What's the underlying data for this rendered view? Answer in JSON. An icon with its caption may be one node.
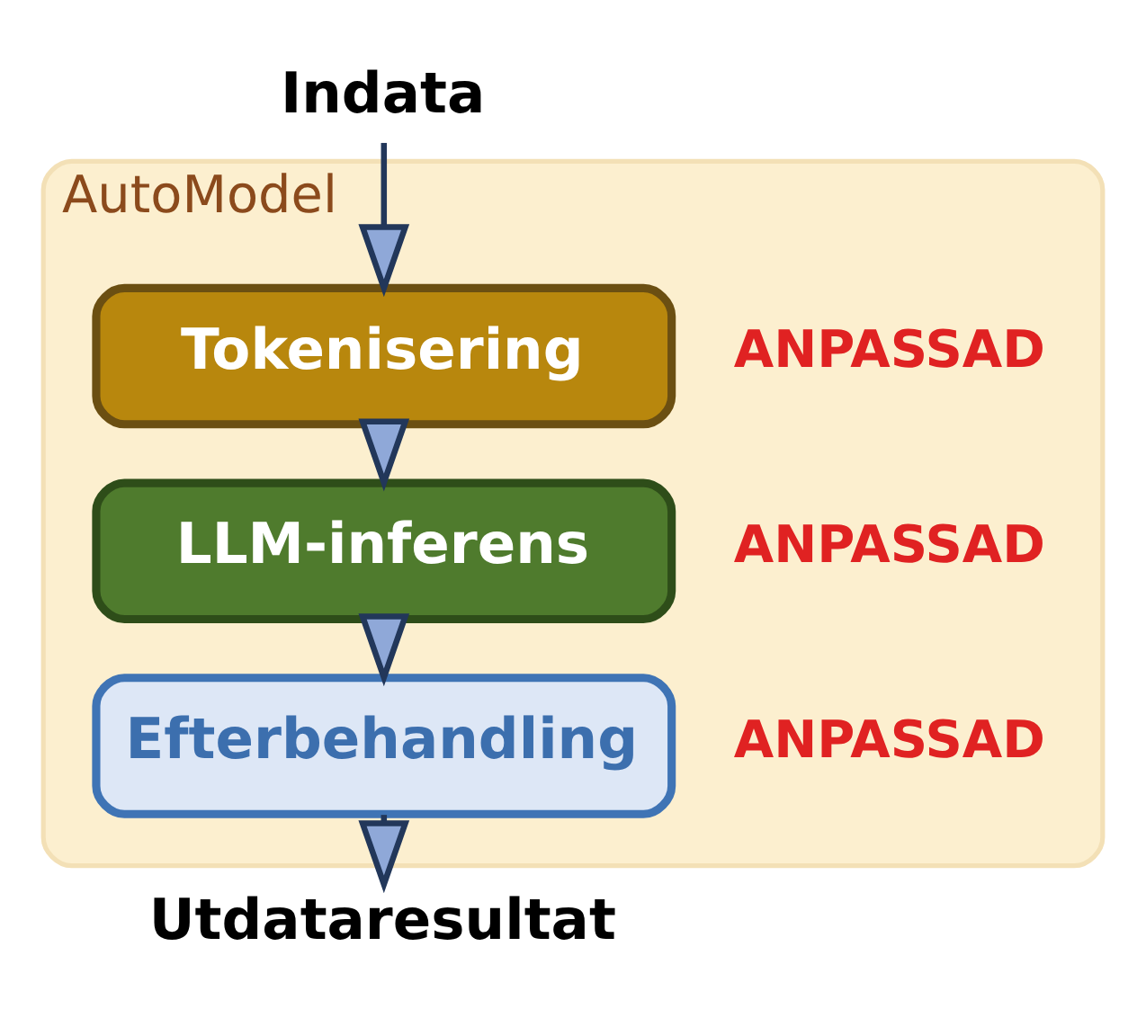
{
  "diagram": {
    "nodes": [
      {
        "text": [
          "AutoModel"
        ]
      },
      {
        "text": [
          "Indata"
        ]
      },
      {
        "text": [
          "Tokenisering"
        ],
        "in": 0,
        "beside": [
          "ANPASSAD"
        ]
      },
      {
        "text": [
          "LLM-inferens"
        ],
        "in": 0,
        "beside": [
          "ANPASSAD"
        ]
      },
      {
        "text": [
          "Efterbehandling"
        ],
        "in": 0,
        "beside": [
          "ANPASSAD"
        ]
      },
      {
        "text": [
          "Utdataresultat"
        ]
      }
    ],
    "edges": [
      {
        "from": 1,
        "to": 2,
        "arrow": "to"
      },
      {
        "from": 2,
        "to": 3,
        "arrow": "to"
      },
      {
        "from": 3,
        "to": 4,
        "arrow": "to"
      },
      {
        "from": 4,
        "to": 5,
        "arrow": "to"
      }
    ]
  }
}
